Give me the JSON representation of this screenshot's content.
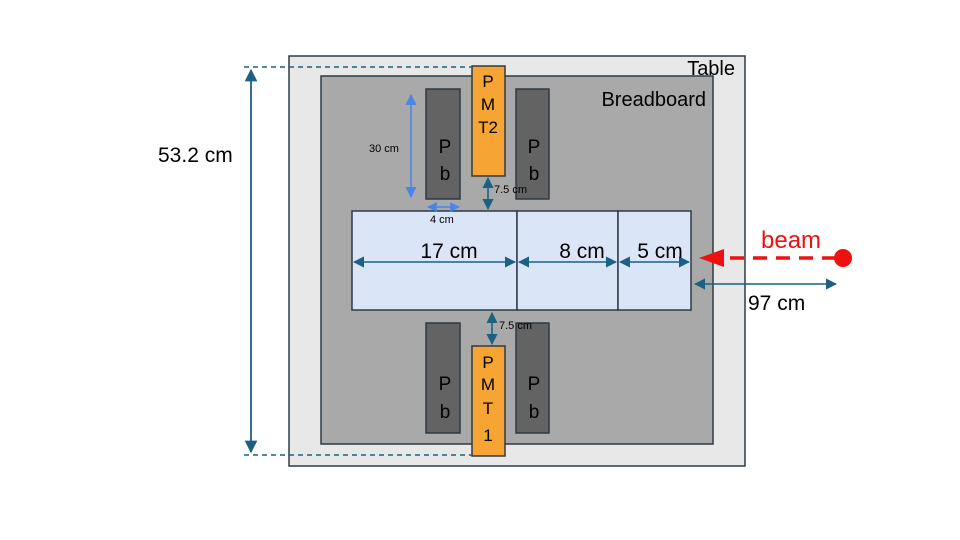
{
  "labels": {
    "table": "Table",
    "breadboard": "Breadboard",
    "height_dim": "53.2 cm",
    "beam": "beam",
    "beam_distance": "97 cm",
    "pb_height": "30 cm",
    "pb_width": "4 cm",
    "gap_top": "7.5 cm",
    "gap_bottom": "7.5 cm",
    "seg_1": "17 cm",
    "seg_2": "8 cm",
    "seg_3": "5 cm"
  },
  "pb_letters": [
    "P",
    "b"
  ],
  "pmt_top_letters": [
    "P",
    "M",
    "T2"
  ],
  "pmt_bottom_letters": [
    "P",
    "M",
    "T",
    "1"
  ],
  "colors": {
    "table_fill": "#e8e8e8",
    "breadboard_fill": "#a9a9a9",
    "lead_fill": "#636363",
    "pmt_fill": "#f6a433",
    "target_fill": "#dae6f8",
    "dimension_line": "#1b6184",
    "dimension_light": "#4a86e8",
    "beam_color": "#ee1111",
    "outline": "#2e3b45"
  }
}
